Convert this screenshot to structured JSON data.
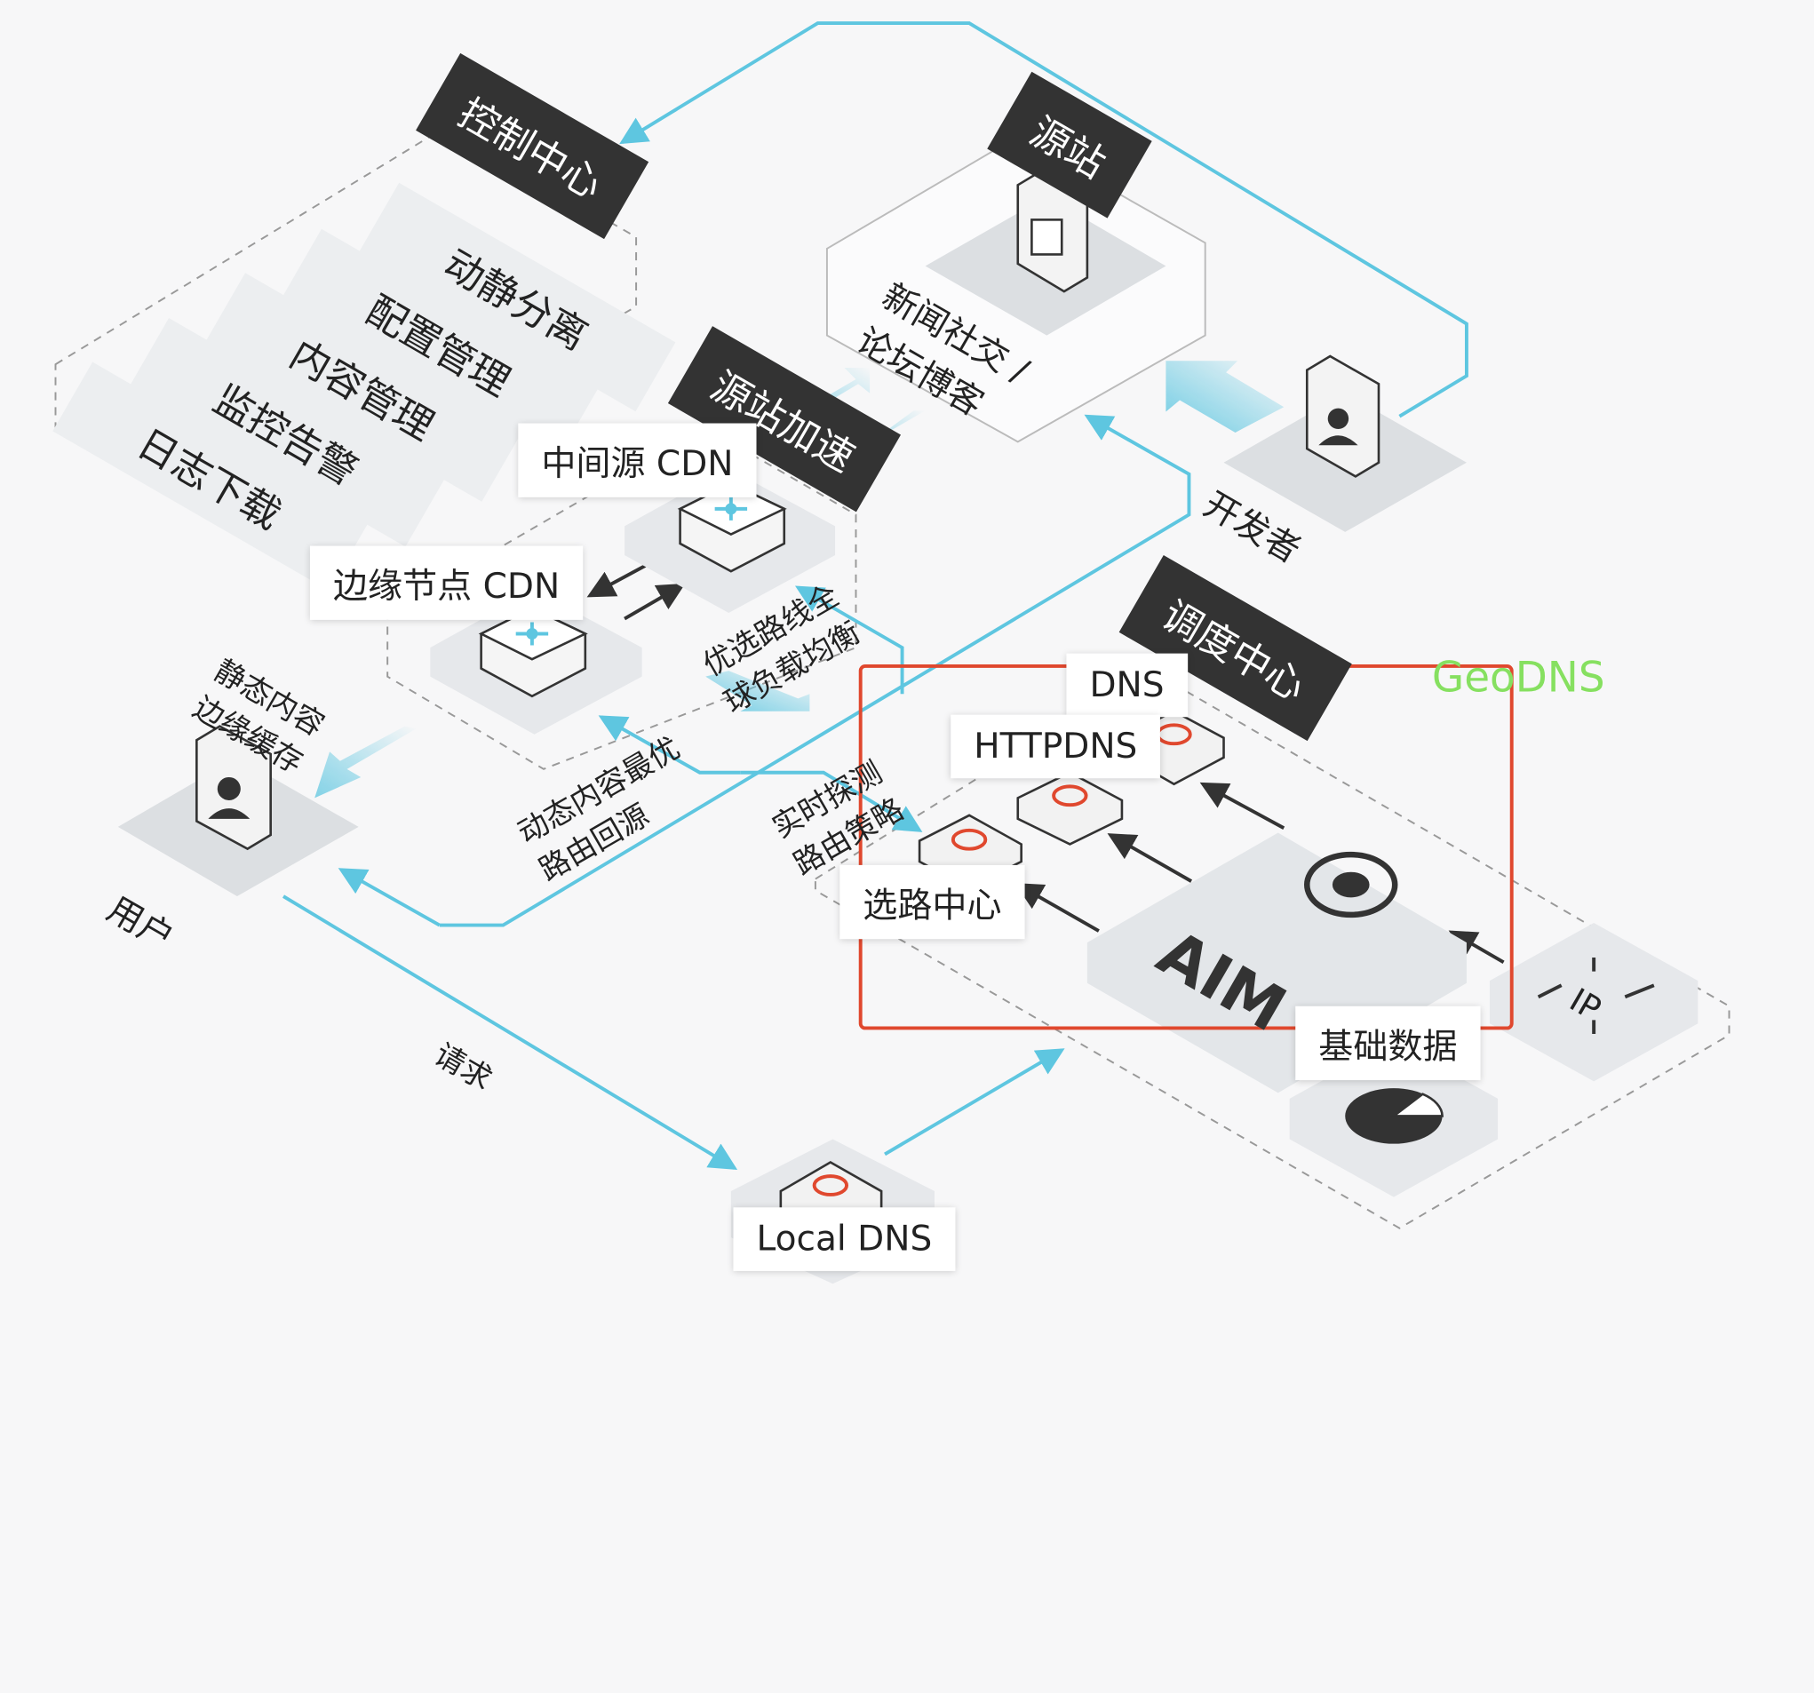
{
  "control_center": {
    "title": "控制中心",
    "items": [
      "动静分离",
      "配置管理",
      "内容管理",
      "监控告警",
      "日志下载"
    ]
  },
  "origin": {
    "title": "源站",
    "label": "新闻社交 / 论坛博客"
  },
  "developer": {
    "label": "开发者"
  },
  "origin_accel": {
    "title": "源站加速"
  },
  "mid_cdn": {
    "label": "中间源 CDN"
  },
  "edge_cdn": {
    "label": "边缘节点 CDN"
  },
  "user": {
    "label": "用户",
    "static_cache": "静态内容\n边缘缓存"
  },
  "route_notes": {
    "dynamic": "动态内容最优\n路由回源",
    "balance": "优选路线全\n球负载均衡",
    "probe": "实时探测\n路由策略",
    "request": "请求"
  },
  "dispatch": {
    "title": "调度中心",
    "dns": "DNS",
    "httpdns": "HTTPDNS",
    "route_center": "选路中心",
    "aim": "AIM",
    "base_data": "基础数据",
    "ip": "IP"
  },
  "local_dns": {
    "label": "Local DNS"
  },
  "annotation": {
    "text": "GeoDNS",
    "color": "#86e060",
    "box_color": "#e0482e"
  },
  "colors": {
    "flow": "#5ec6e0",
    "tag_bg": "#333333",
    "panel": "#e6e8eb"
  }
}
